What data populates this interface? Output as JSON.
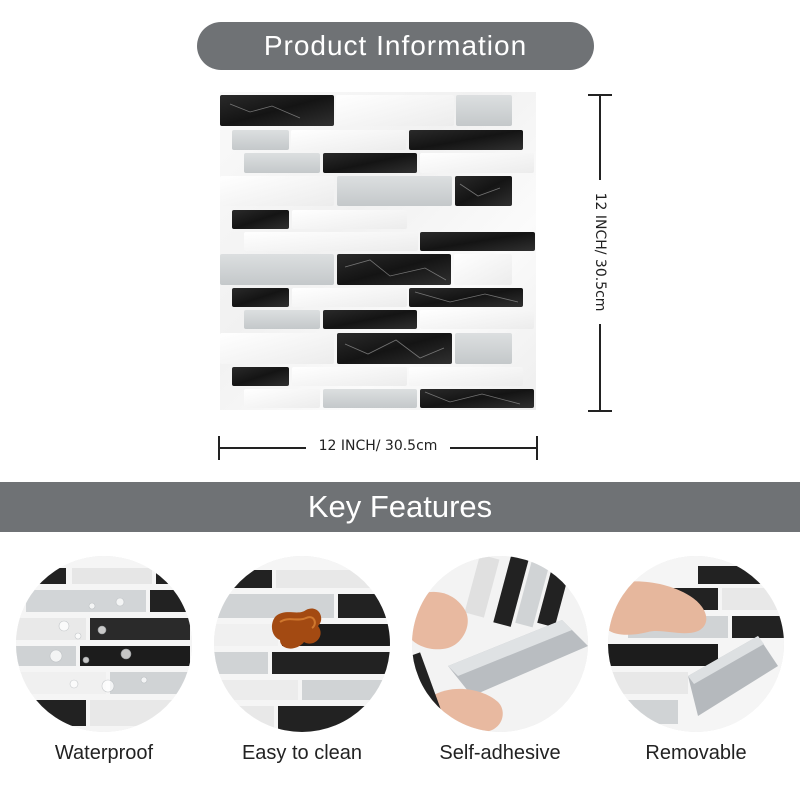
{
  "product_info": {
    "title": "Product Information"
  },
  "dimensions": {
    "height_label": "12 INCH/ 30.5cm",
    "width_label": "12 INCH/ 30.5cm"
  },
  "key_features": {
    "title": "Key Features",
    "items": [
      {
        "label": "Waterproof",
        "icon": "water-droplets"
      },
      {
        "label": "Easy to clean",
        "icon": "stain-wipe"
      },
      {
        "label": "Self-adhesive",
        "icon": "peel-backing"
      },
      {
        "label": "Removable",
        "icon": "peel-off"
      }
    ]
  },
  "colors": {
    "banner": "#6f7275",
    "tile_black": "#1b1b1b",
    "tile_grey": "#d0d3d5",
    "tile_white": "#f7f7f7"
  }
}
